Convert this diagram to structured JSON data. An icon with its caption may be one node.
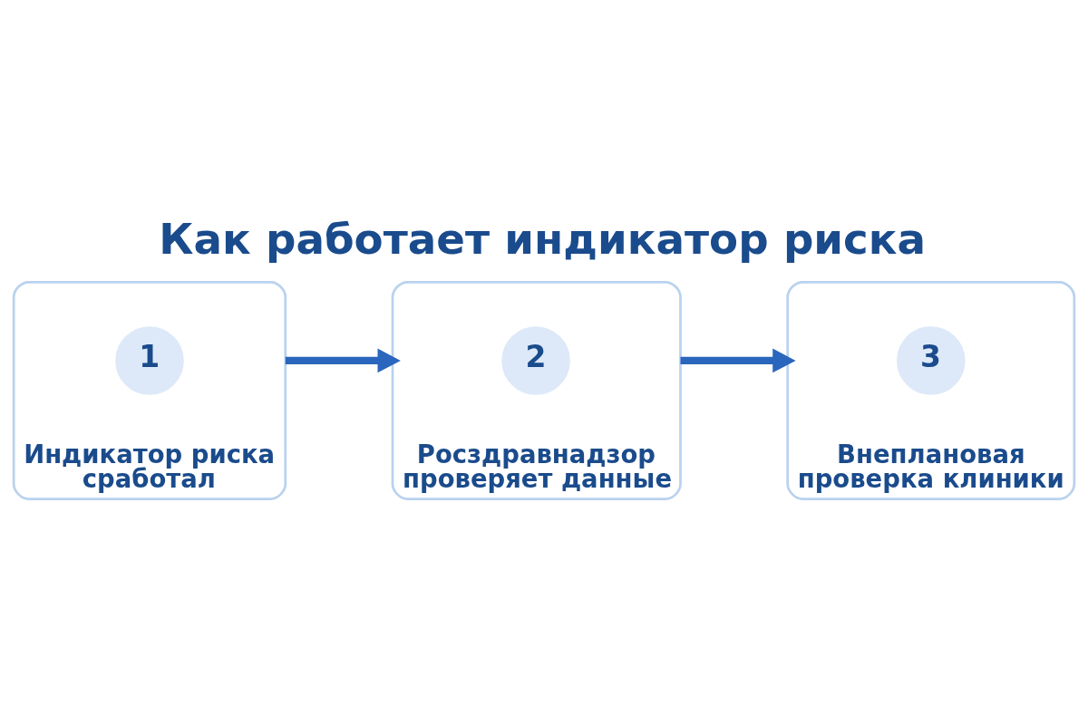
{
  "diagram": {
    "title": "Как работает индикатор риска",
    "nodes": [
      {
        "text": [
          "Индикатор риска сработал"
        ]
      },
      {
        "text": [
          "1"
        ],
        "in": 0
      },
      {
        "text": [
          "Росздравнадзор проверяет данные"
        ]
      },
      {
        "text": [
          "2"
        ],
        "in": 2
      },
      {
        "text": [
          "Внеплановая проверка клиники"
        ]
      },
      {
        "text": [
          "3"
        ],
        "in": 4
      }
    ],
    "edges": [
      {
        "from": 0,
        "to": 2,
        "arrow": "to"
      },
      {
        "from": 2,
        "to": 4,
        "arrow": "to"
      }
    ]
  }
}
